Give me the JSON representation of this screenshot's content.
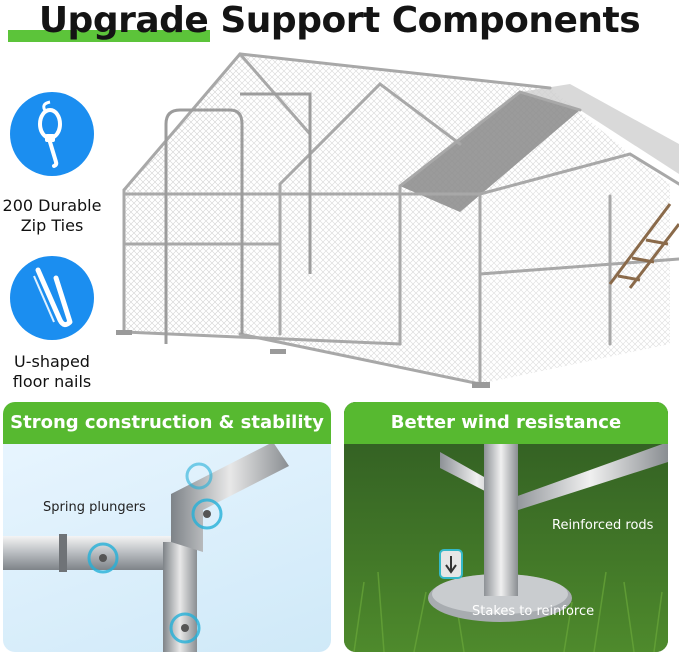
{
  "header": {
    "title": "Upgrade Support Components"
  },
  "features": [
    {
      "icon": "zip-tie-icon",
      "caption_line1": "200  Durable",
      "caption_line2": "Zip Ties"
    },
    {
      "icon": "u-nail-icon",
      "caption_line1": "U-shaped",
      "caption_line2": "floor nails"
    }
  ],
  "panels": [
    {
      "title": "Strong construction & stability",
      "labels": [
        "Spring plungers"
      ]
    },
    {
      "title": "Better wind resistance",
      "labels": [
        "Reinforced rods",
        "Stakes to reinforce"
      ]
    }
  ],
  "colors": {
    "accent_green": "#57b930",
    "icon_blue": "#1b8ef0",
    "title_text": "#141414"
  }
}
